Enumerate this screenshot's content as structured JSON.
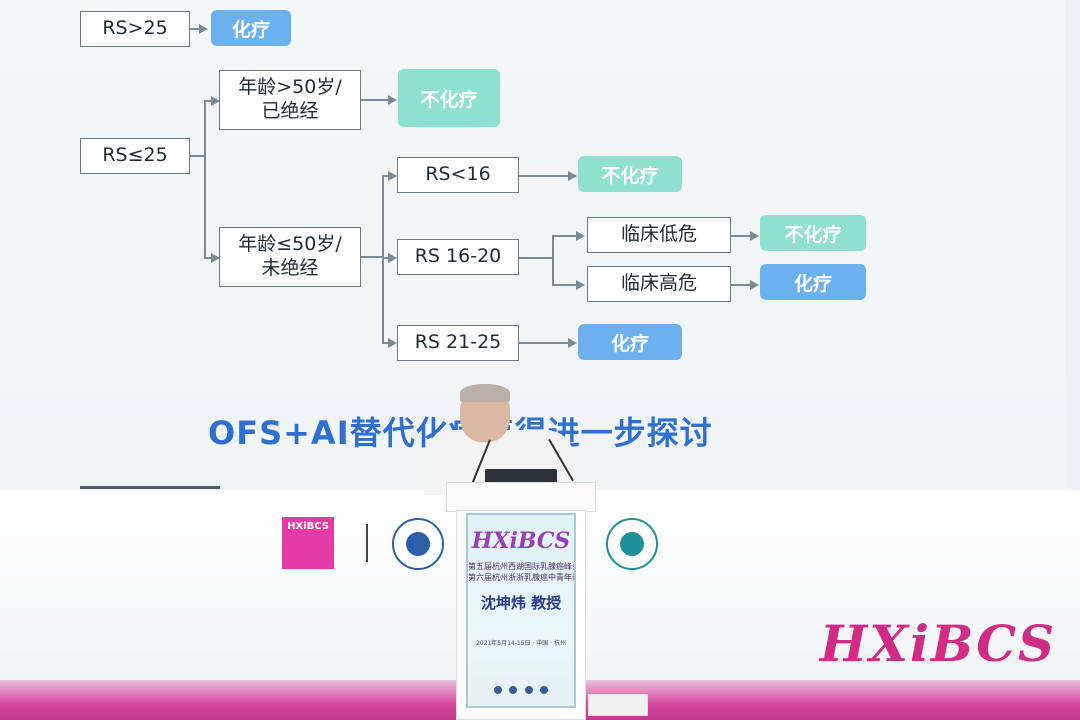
{
  "slide": {
    "nodes": {
      "rs_gt_25": "RS>25",
      "rs_le_25": "RS≤25",
      "age_over_50_l1": "年龄>50岁/",
      "age_over_50_l2": "已绝经",
      "age_le_50_l1": "年龄≤50岁/",
      "age_le_50_l2": "未绝经",
      "rs_lt_16": "RS<16",
      "rs_16_20": "RS 16-20",
      "rs_21_25": "RS 21-25",
      "clinical_low": "临床低危",
      "clinical_high": "临床高危"
    },
    "results": {
      "chemo_1": "化疗",
      "no_chemo_1": "不化疗",
      "no_chemo_2": "不化疗",
      "no_chemo_3": "不化疗",
      "chemo_2": "化疗",
      "chemo_3": "化疗"
    },
    "caption": "OFS+AI替代化疗值得进一步探讨"
  },
  "stage": {
    "pink_logo_text": "HXiBCS",
    "brand_logo": "HXiBCS",
    "podium": {
      "brand": "HXiBCS",
      "line1": "第五届杭州西湖国际乳腺癌峰会",
      "line2": "第六届杭州浙浙乳腺癌中青年论坛",
      "speaker": "沈坤炜 教授",
      "date": "2021年5月14-15日 · 中国 · 杭州"
    }
  },
  "colors": {
    "chemo": "#6cb0ee",
    "no_chemo": "#8fe0cf",
    "caption": "#2f6fd0",
    "brand": "#d02c86"
  }
}
